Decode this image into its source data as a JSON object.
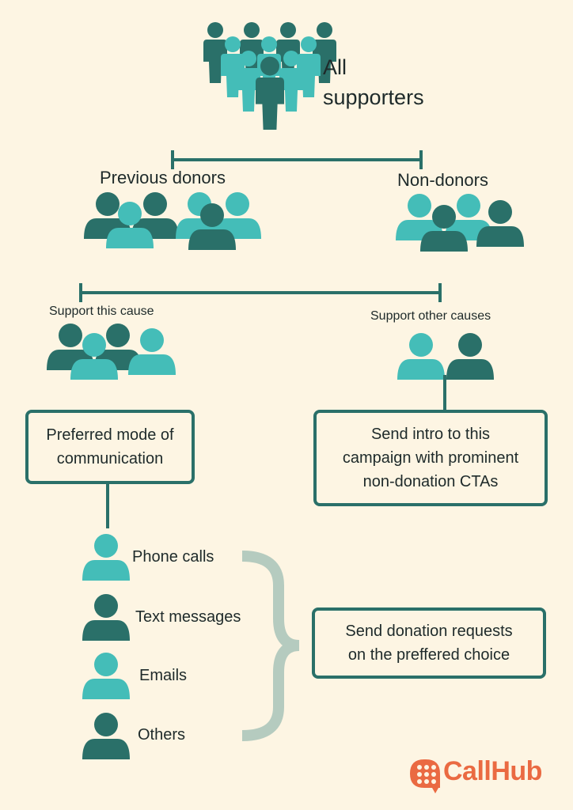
{
  "root": {
    "label_line1": "All",
    "label_line2": "supporters"
  },
  "level1": {
    "left_label": "Previous donors",
    "right_label": "Non-donors"
  },
  "level2": {
    "left_label": "Support this cause",
    "right_label": "Support other causes"
  },
  "boxes": {
    "preferred_mode": {
      "line1": "Preferred mode of",
      "line2": "communication"
    },
    "send_intro": {
      "line1": "Send intro to this",
      "line2": "campaign with prominent",
      "line3": "non-donation CTAs"
    },
    "send_donation": {
      "line1": "Send donation requests",
      "line2": "on the preffered choice"
    }
  },
  "modes": [
    {
      "label": "Phone calls",
      "icon": "person-light-icon"
    },
    {
      "label": "Text messages",
      "icon": "person-dark-icon"
    },
    {
      "label": "Emails",
      "icon": "person-light-icon"
    },
    {
      "label": "Others",
      "icon": "person-dark-icon"
    }
  ],
  "brand": {
    "name": "CallHub",
    "logo_icon": "chat-bubble-dots-icon"
  },
  "colors": {
    "background": "#fdf5e3",
    "dark_teal": "#2a7069",
    "light_teal": "#44bdb8",
    "brace": "#b5cbbf",
    "brand_orange": "#ea6a42"
  }
}
